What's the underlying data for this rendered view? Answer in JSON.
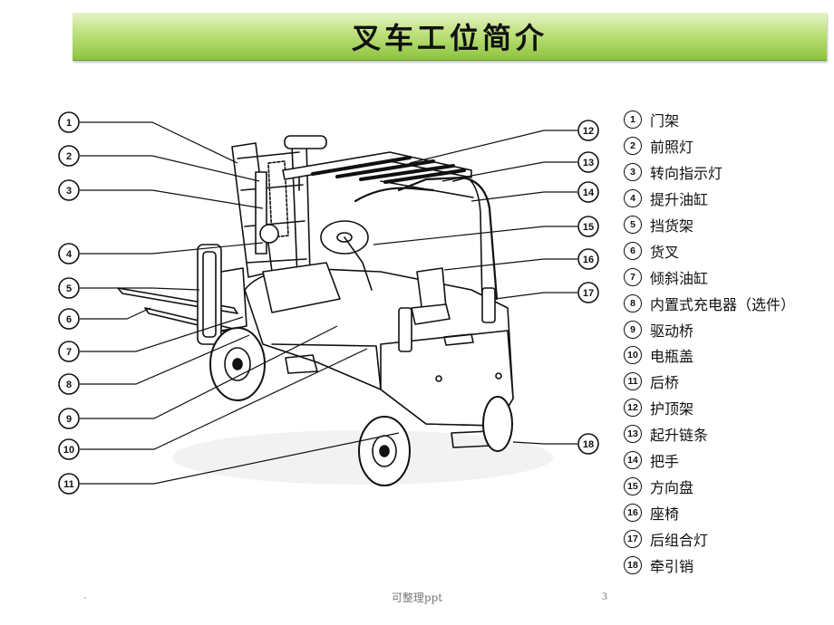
{
  "title": "叉车工位简介",
  "callout_numbers": [
    "1",
    "2",
    "3",
    "4",
    "5",
    "6",
    "7",
    "8",
    "9",
    "10",
    "11",
    "12",
    "13",
    "14",
    "15",
    "16",
    "17",
    "18"
  ],
  "legend": [
    {
      "num": "1",
      "label": "门架"
    },
    {
      "num": "2",
      "label": "前照灯"
    },
    {
      "num": "3",
      "label": "转向指示灯"
    },
    {
      "num": "4",
      "label": "提升油缸"
    },
    {
      "num": "5",
      "label": "挡货架"
    },
    {
      "num": "6",
      "label": "货叉"
    },
    {
      "num": "7",
      "label": "倾斜油缸"
    },
    {
      "num": "8",
      "label": "内置式充电器（选件）"
    },
    {
      "num": "9",
      "label": "驱动桥"
    },
    {
      "num": "10",
      "label": "电瓶盖"
    },
    {
      "num": "11",
      "label": "后桥"
    },
    {
      "num": "12",
      "label": "护顶架"
    },
    {
      "num": "13",
      "label": "起升链条"
    },
    {
      "num": "14",
      "label": "把手"
    },
    {
      "num": "15",
      "label": "方向盘"
    },
    {
      "num": "16",
      "label": "座椅"
    },
    {
      "num": "17",
      "label": "后组合灯"
    },
    {
      "num": "18",
      "label": "牵引销"
    }
  ],
  "footer": {
    "center_text": "可整理ppt",
    "page_number": "3",
    "dot": "."
  }
}
